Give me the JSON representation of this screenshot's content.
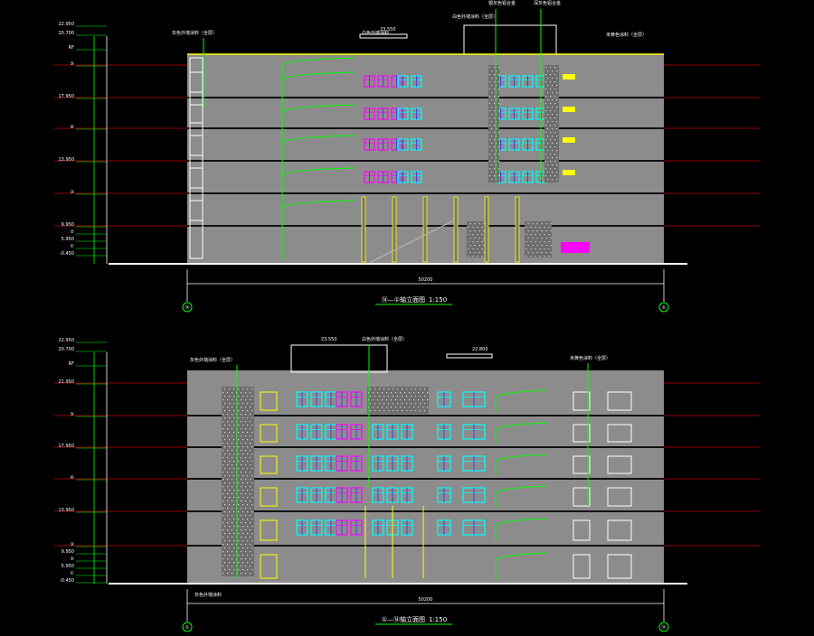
{
  "drawing": {
    "background": "#000000",
    "colors": {
      "facade": "#8c8c8c",
      "facade_dark": "#9a9a9a",
      "level_line": "#c00000",
      "accent_yellow": "#ffff00",
      "accent_green": "#00ff00",
      "window_cyan": "#00ffff",
      "window_magenta": "#ff00ff",
      "window_blue": "#3030ff",
      "white": "#ffffff"
    },
    "elevations": [
      {
        "id": "upper",
        "title": "⑭—①轴立面图",
        "scale": "1:150",
        "grid_left": "⑭",
        "grid_right": "①",
        "overall_dim": "50200",
        "level_labels": [
          "22.950",
          "20.700",
          "RF",
          "⑤",
          "17.950",
          "④",
          "13.950",
          "③",
          "9.950",
          "②",
          "5.950",
          "①",
          "-0.450"
        ],
        "callouts": [
          "灰色外墙涂料（全层）",
          "白色外墙涂料",
          "银灰色铝合金",
          "深灰色铝合金",
          "23.550",
          "白色外墙涂料（全层）",
          "米黄色涂料（全层）"
        ]
      },
      {
        "id": "lower",
        "title": "①—⑭轴立面图",
        "scale": "1:150",
        "grid_left": "①",
        "grid_right": "⑭",
        "overall_dim": "50200",
        "level_labels": [
          "22.950",
          "20.700",
          "RF",
          "21.950",
          "⑤",
          "17.950",
          "④",
          "13.950",
          "③",
          "9.950",
          "②",
          "5.950",
          "①",
          "-0.450"
        ],
        "callouts": [
          "灰色外墙涂料（全层）",
          "23.550",
          "白色外墙涂料（全层）",
          "22.800",
          "米黄色涂料（全层）",
          "灰色外墙涂料"
        ]
      }
    ]
  }
}
